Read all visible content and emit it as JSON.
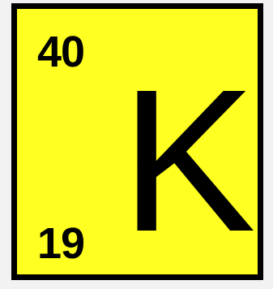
{
  "element": {
    "mass_number": "40",
    "atomic_number": "19",
    "symbol": "K"
  },
  "colors": {
    "tile_fill": "#ffff22",
    "border": "#000000",
    "text": "#000000",
    "background": "#f2f2f2"
  }
}
